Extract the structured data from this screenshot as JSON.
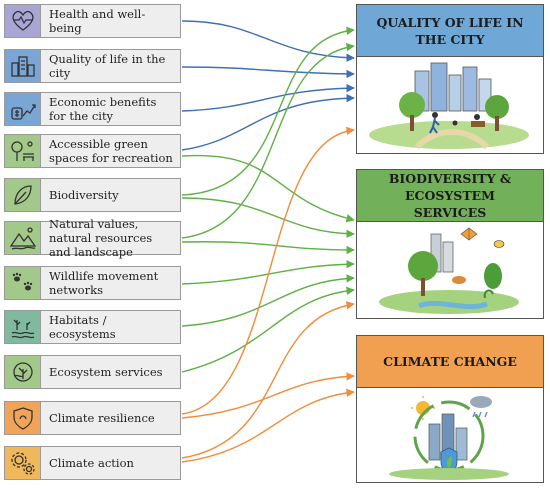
{
  "items": [
    {
      "label": "Health and well-being",
      "icon": "heart-pulse-icon",
      "color": "#a9a6d6"
    },
    {
      "label": "Quality of life in the city",
      "icon": "city-buildings-icon",
      "color": "#7aa6d6"
    },
    {
      "label": "Economic benefits for the city",
      "icon": "money-growth-icon",
      "color": "#7aa6d6"
    },
    {
      "label": "Accessible green spaces for recreation",
      "icon": "park-bench-icon",
      "color": "#a3c98a"
    },
    {
      "label": "Biodiversity",
      "icon": "leaf-icon",
      "color": "#a3c98a"
    },
    {
      "label": "Natural values, natural resources and landscape",
      "icon": "mountain-landscape-icon",
      "color": "#a3c98a"
    },
    {
      "label": "Wildlife movement networks",
      "icon": "paw-prints-icon",
      "color": "#a3c98a"
    },
    {
      "label": "Habitats / ecosystems",
      "icon": "habitat-icon",
      "color": "#7fb9a0"
    },
    {
      "label": "Ecosystem services",
      "icon": "ecosystem-icon",
      "color": "#a3c98a"
    },
    {
      "label": "Climate resilience",
      "icon": "shield-icon",
      "color": "#f0a45a"
    },
    {
      "label": "Climate action",
      "icon": "gears-icon",
      "color": "#f0b85a"
    }
  ],
  "panels": [
    {
      "title": "QUALITY OF LIFE IN THE CITY",
      "color": "#6fa8d6",
      "illustration": "city-park-illustration"
    },
    {
      "title": "BIODIVERSITY & ECOSYSTEM SERVICES",
      "color": "#72b05a",
      "illustration": "biodiversity-illustration"
    },
    {
      "title": "CLIMATE CHANGE",
      "color": "#f0a050",
      "illustration": "climate-city-illustration"
    }
  ],
  "link_colors": {
    "blue": "#3f6fb5",
    "green": "#5fb045",
    "orange": "#f08c3a"
  }
}
